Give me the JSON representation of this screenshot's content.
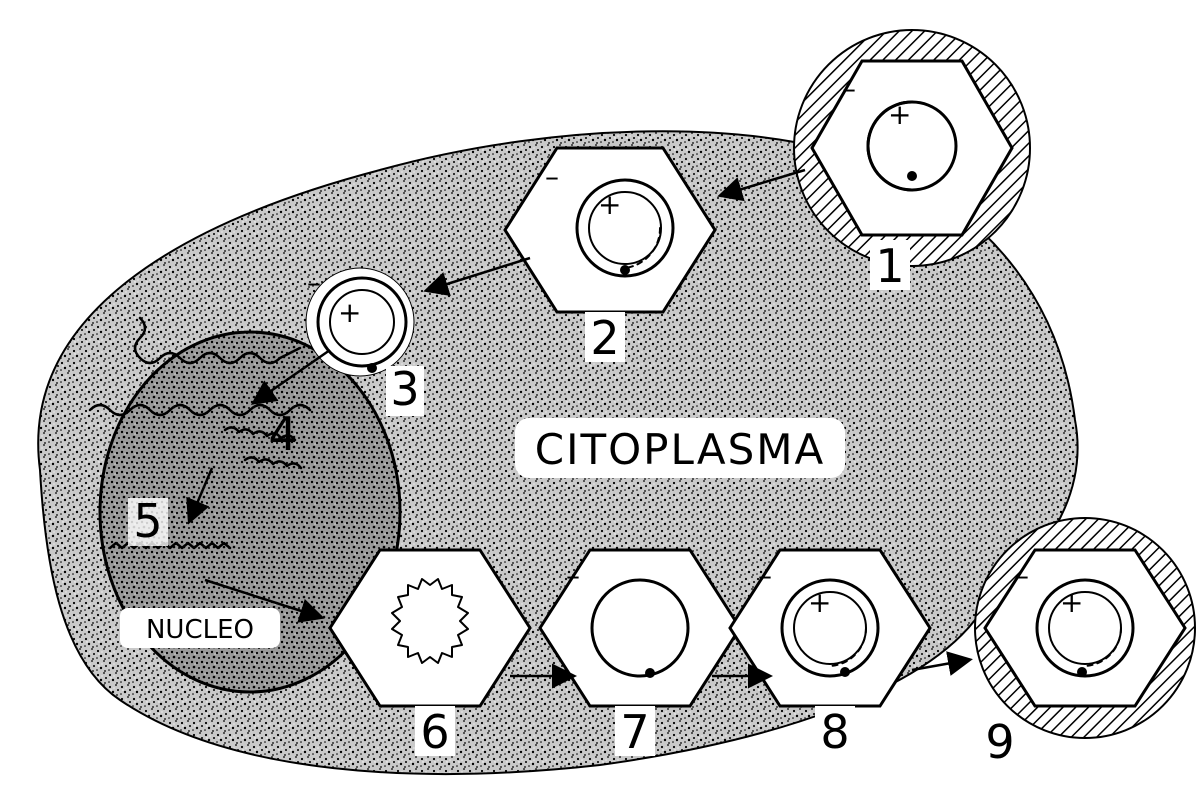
{
  "diagram": {
    "cytoplasm_label": "CITOPLASMA",
    "nucleus_label": "NUCLEO",
    "minus_sign": "–",
    "plus_sign": "+",
    "steps": [
      {
        "number": "1"
      },
      {
        "number": "2"
      },
      {
        "number": "3"
      },
      {
        "number": "4"
      },
      {
        "number": "5"
      },
      {
        "number": "6"
      },
      {
        "number": "7"
      },
      {
        "number": "8"
      },
      {
        "number": "9"
      }
    ],
    "colors": {
      "ink": "#000000",
      "paper": "#ffffff",
      "stipple": "#000000"
    }
  }
}
